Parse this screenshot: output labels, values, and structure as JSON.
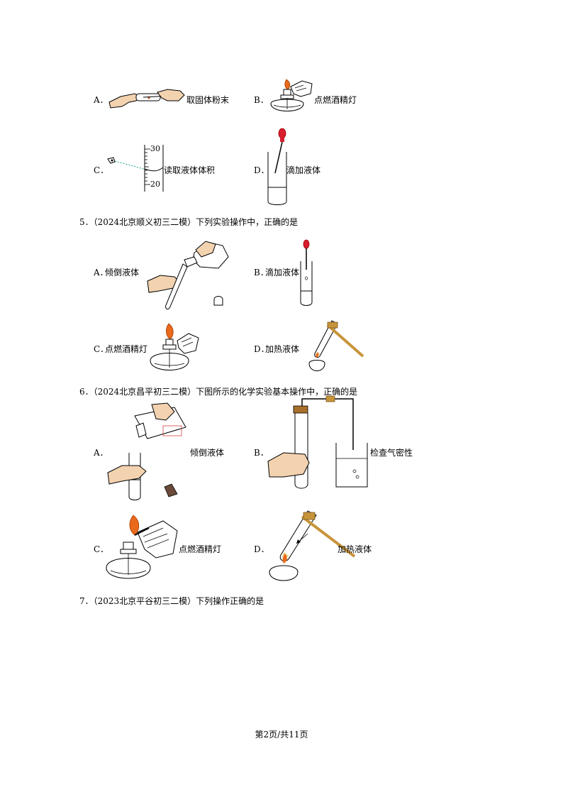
{
  "q4": {
    "optA": {
      "letter": "A．",
      "caption": "取固体粉末"
    },
    "optB": {
      "letter": "B．",
      "caption": "点燃酒精灯"
    },
    "optC": {
      "letter": "C．",
      "caption": "读取液体体积",
      "scale_top": "30",
      "scale_bottom": "20"
    },
    "optD": {
      "letter": "D．",
      "caption": "滴加液体"
    }
  },
  "q5": {
    "stem": "5．（2024北京顺义初三二模）下列实验操作中，正确的是",
    "optA": {
      "letter": "A．",
      "caption": "倾倒液体"
    },
    "optB": {
      "letter": "B．",
      "caption": "滴加液体"
    },
    "optC": {
      "letter": "C．",
      "caption": "点燃酒精灯"
    },
    "optD": {
      "letter": "D．",
      "caption": "加热液体"
    }
  },
  "q6": {
    "stem": "6．（2024北京昌平初三二模）下图所示的化学实验基本操作中，正确的是",
    "optA": {
      "letter": "A．",
      "caption": "倾倒液体"
    },
    "optB": {
      "letter": "B．",
      "caption": "检查气密性"
    },
    "optC": {
      "letter": "C．",
      "caption": "点燃酒精灯"
    },
    "optD": {
      "letter": "D．",
      "caption": "加热液体"
    }
  },
  "q7": {
    "stem": "7．（2023北京平谷初三二模）下列操作正确的是"
  },
  "footer": {
    "page": "第2页/共11页"
  }
}
